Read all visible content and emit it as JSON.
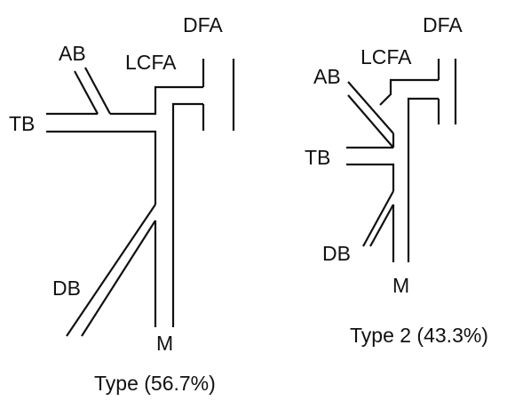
{
  "diagrams": [
    {
      "caption": "Type (56.7%)",
      "labels": {
        "dfa": "DFA",
        "lcfa": "LCFA",
        "ab": "AB",
        "tb": "TB",
        "db": "DB",
        "m": "M"
      }
    },
    {
      "caption": "Type 2 (43.3%)",
      "labels": {
        "dfa": "DFA",
        "lcfa": "LCFA",
        "ab": "AB",
        "tb": "TB",
        "db": "DB",
        "m": "M"
      }
    }
  ],
  "colors": {
    "line": "#111111",
    "text": "#111111",
    "background": "#ffffff"
  }
}
